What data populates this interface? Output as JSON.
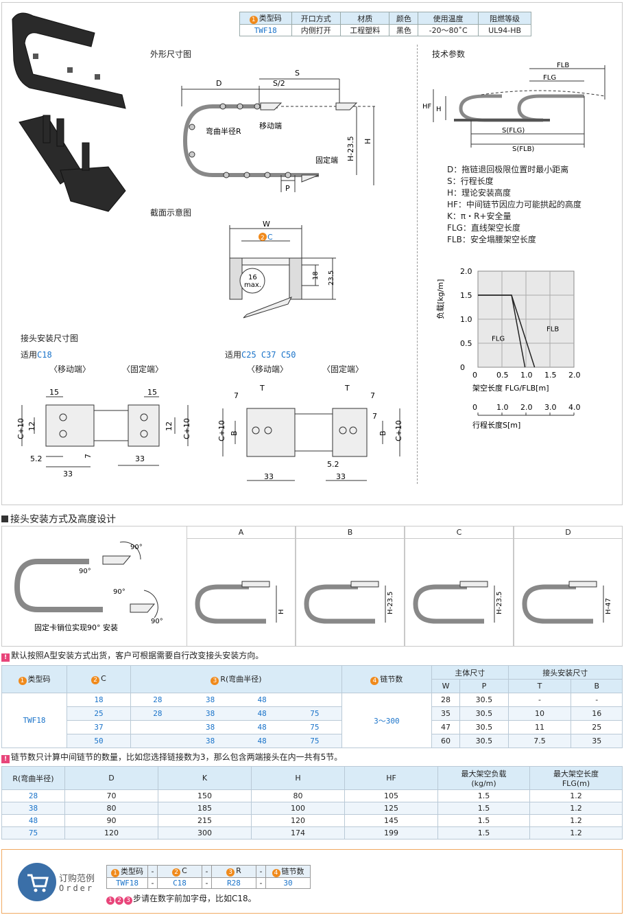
{
  "spec_table": {
    "headers": [
      "类型码",
      "开口方式",
      "材质",
      "颜色",
      "使用温度",
      "阻燃等级"
    ],
    "header_badge": "1",
    "row": [
      "TWF18",
      "内侧打开",
      "工程塑料",
      "黑色",
      "-20～80˚C",
      "UL94-HB"
    ]
  },
  "sections": {
    "outline": "外形尺寸图",
    "tech": "技术参数",
    "cross": "截面示意图",
    "joint": "接头安装尺寸图",
    "install": "接头安装方式及高度设计"
  },
  "outline_labels": {
    "D": "D",
    "S2": "S/2",
    "S": "S",
    "bend": "弯曲半径R",
    "move": "移动端",
    "fixed": "固定端",
    "H235": "H-23.5",
    "H": "H",
    "P": "P"
  },
  "tech_labels": {
    "FLB": "FLB",
    "FLG": "FLG",
    "HF": "HF",
    "H": "H",
    "SFLG": "S(FLG)",
    "SFLB": "S(FLB)"
  },
  "tech_params": [
    "D：拖链退回极限位置时最小距离",
    "S：行程长度",
    "H：理论安装高度",
    "HF：中间链节因应力可能拱起的高度",
    "K：π・R+安全量",
    "FLG：直线架空长度",
    "FLB：安全塌腰架空长度"
  ],
  "cross_labels": {
    "W": "W",
    "C": "C",
    "c_badge": "2",
    "max1": "16",
    "max2": "max.",
    "d18": "18",
    "d235": "23.5"
  },
  "chart_data": {
    "type": "line",
    "ylabel": "负载[kg/m]",
    "xlabel": "架空长度 FLG/FLB[m]",
    "x2label": "行程长度S[m]",
    "x_ticks": [
      "0",
      "0.5",
      "1.0",
      "1.5",
      "2.0"
    ],
    "y_ticks": [
      "0",
      "0.5",
      "1.0",
      "1.5",
      "2.0"
    ],
    "x2_ticks": [
      "0",
      "1.0",
      "2.0",
      "3.0",
      "4.0"
    ],
    "xlim": [
      0,
      2.0
    ],
    "ylim": [
      0,
      2.0
    ],
    "series": [
      {
        "name": "FLG",
        "x": [
          0,
          0.7,
          0.98
        ],
        "y": [
          1.5,
          1.5,
          0
        ]
      },
      {
        "name": "FLB",
        "x": [
          0,
          0.7,
          1.18
        ],
        "y": [
          1.5,
          1.5,
          0
        ]
      }
    ]
  },
  "joint": {
    "left_title": "适用",
    "left_models": "C18",
    "right_title": "适用",
    "right_models": "C25  C37  C50",
    "move": "〈移动端〉",
    "fixed": "〈固定端〉",
    "dims_left": {
      "d15a": "15",
      "d15b": "15",
      "c10a": "C+10",
      "c10b": "C+10",
      "d12a": "12",
      "d12b": "12",
      "d52": "5.2",
      "d7": "7",
      "d33a": "33",
      "d33b": "33"
    },
    "dims_right": {
      "T1": "T",
      "T2": "T",
      "d7a": "7",
      "d7b": "7",
      "d7c": "7",
      "c10a": "C+10",
      "c10b": "C+10",
      "Ba": "B",
      "Bb": "B",
      "d52": "5.2",
      "d33a": "33",
      "d33b": "33"
    }
  },
  "install": {
    "caption": "固定卡销位实现90° 安装",
    "angle": "90°",
    "cols": [
      "A",
      "B",
      "C",
      "D"
    ],
    "labels": [
      "H",
      "H-23.5",
      "H-23.5",
      "H-47"
    ]
  },
  "note1": "默认按照A型安装方式出货，客户可根据需要自行改变接头安装方向。",
  "main_table": {
    "h_type": "类型码",
    "h_c": "C",
    "h_r": "R(弯曲半径)",
    "h_links": "链节数",
    "h_main": "主体尺寸",
    "h_joint": "接头安装尺寸",
    "sub": [
      "W",
      "P",
      "T",
      "B"
    ],
    "type": "TWF18",
    "links": "3～300",
    "rows": [
      {
        "c": "18",
        "r": [
          "28",
          "38",
          "48",
          ""
        ],
        "w": "28",
        "p": "30.5",
        "t": "-",
        "b": "-"
      },
      {
        "c": "25",
        "r": [
          "28",
          "38",
          "48",
          "75"
        ],
        "w": "35",
        "p": "30.5",
        "t": "10",
        "b": "16"
      },
      {
        "c": "37",
        "r": [
          "",
          "38",
          "48",
          "75"
        ],
        "w": "47",
        "p": "30.5",
        "t": "11",
        "b": "25"
      },
      {
        "c": "50",
        "r": [
          "",
          "38",
          "48",
          "75"
        ],
        "w": "60",
        "p": "30.5",
        "t": "7.5",
        "b": "35"
      }
    ]
  },
  "note2": "链节数只计算中间链节的数量，比如您选择链接数为3，那么包含两端接头在内一共有5节。",
  "r_table": {
    "headers": [
      "R(弯曲半径)",
      "D",
      "K",
      "H",
      "HF",
      "最大架空负载",
      "最大架空长度"
    ],
    "units": [
      "(kg/m)",
      "FLG(m)"
    ],
    "rows": [
      [
        "28",
        "70",
        "150",
        "80",
        "105",
        "1.5",
        "1.2"
      ],
      [
        "38",
        "80",
        "185",
        "100",
        "125",
        "1.5",
        "1.2"
      ],
      [
        "48",
        "90",
        "215",
        "120",
        "145",
        "1.5",
        "1.2"
      ],
      [
        "75",
        "120",
        "300",
        "174",
        "199",
        "1.5",
        "1.2"
      ]
    ]
  },
  "order": {
    "label1": "订购范例",
    "label2": "Order",
    "headers": [
      "类型码",
      "C",
      "R",
      "链节数"
    ],
    "values": [
      "TWF18",
      "C18",
      "R28",
      "30"
    ],
    "dash": "-",
    "note": "步请在数字前加字母，比如C18。"
  },
  "colors": {
    "blue": "#1a73c9",
    "orange": "#f08a1c",
    "pink": "#e8457a",
    "header_bg": "#d9ebf7"
  }
}
